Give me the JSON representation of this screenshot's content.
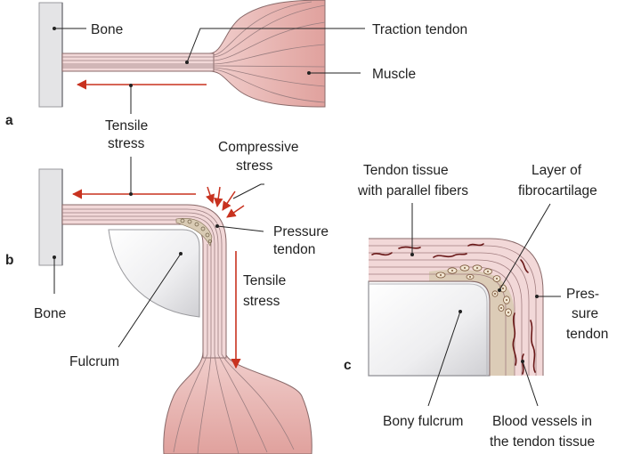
{
  "panels": {
    "a": "a",
    "b": "b",
    "c": "c"
  },
  "labels": {
    "bone_a": "Bone",
    "traction_tendon": "Traction tendon",
    "muscle": "Muscle",
    "tensile_a_1": "Tensile",
    "tensile_a_2": "stress",
    "compressive_1": "Compressive",
    "compressive_2": "stress",
    "pressure_tendon_b_1": "Pressure",
    "pressure_tendon_b_2": "tendon",
    "tensile_b_1": "Tensile",
    "tensile_b_2": "stress",
    "bone_b": "Bone",
    "fulcrum": "Fulcrum",
    "tendon_tissue_1": "Tendon tissue",
    "tendon_tissue_2": "with parallel fibers",
    "fibrocartilage_1": "Layer of",
    "fibrocartilage_2": "fibrocartilage",
    "pressure_tendon_c_1": "Pres-",
    "pressure_tendon_c_2": "sure",
    "pressure_tendon_c_3": "tendon",
    "bony_fulcrum": "Bony fulcrum",
    "blood_vessels_1": "Blood vessels in",
    "blood_vessels_2": "the tendon tissue"
  },
  "colors": {
    "bone": "#e4e4e6",
    "bone_edge": "#9a9a9e",
    "tendon": "#f2d8d8",
    "muscle": "#e3a7a4",
    "fiber": "#9b7e80",
    "arrow": "#c8321f",
    "cartilage": "#d9cbb4",
    "vessel": "#6a1818"
  }
}
